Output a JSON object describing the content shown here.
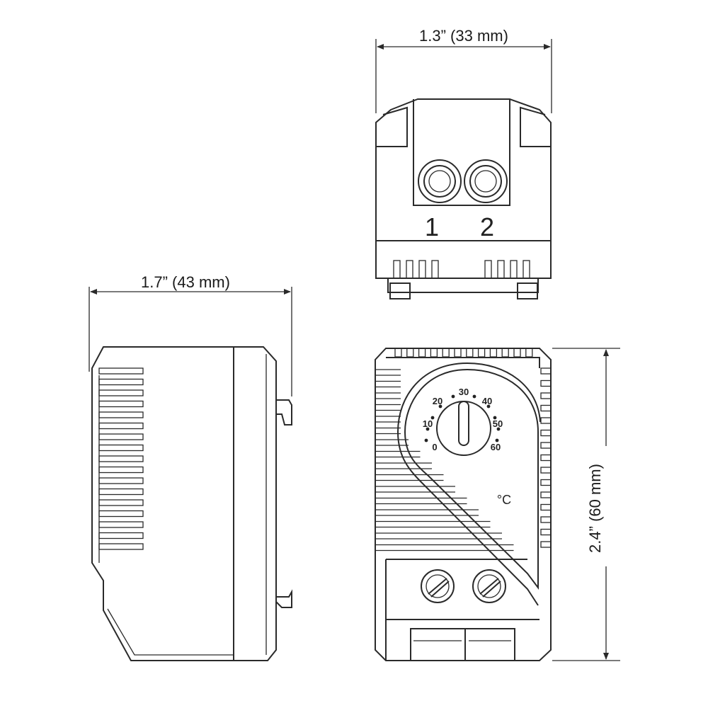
{
  "dimensions": {
    "width_top": "1.3” (33 mm)",
    "depth_side": "1.7” (43 mm)",
    "height_front": "2.4” (60 mm)"
  },
  "terminals_top": {
    "left": "1",
    "right": "2"
  },
  "dial": {
    "scale_left": [
      "20",
      "10",
      "0"
    ],
    "scale_top": "30",
    "scale_right": [
      "40",
      "50",
      "60"
    ],
    "unit": "°C"
  },
  "colors": {
    "line": "#2a2a2a",
    "background": "#ffffff"
  }
}
